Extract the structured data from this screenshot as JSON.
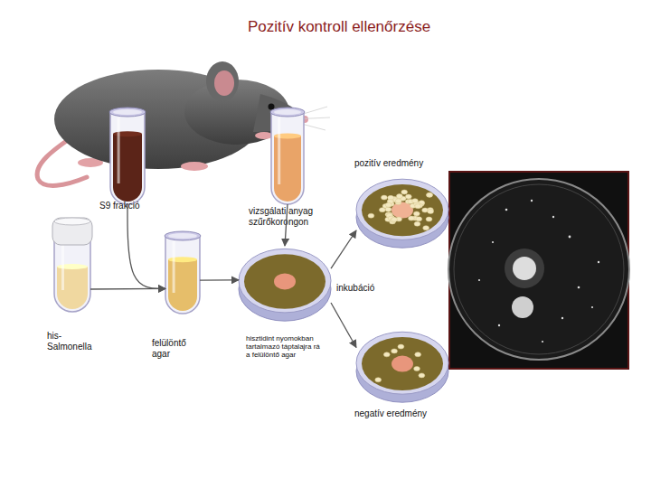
{
  "diagram": {
    "title": "Pozitív kontroll ellenőrzése",
    "nodes": [
      {
        "text": [
          "S9 frakció"
        ]
      },
      {
        "text": [
          "vizsgálati anyag szűrőkorongon"
        ]
      },
      {
        "text": [
          "pozitív eredmény"
        ]
      },
      {
        "text": [
          "hisztidint nyomokban tartalmazó táptalajra rá a felülöntő agar"
        ]
      },
      {
        "text": [
          "his- Salmonella"
        ]
      },
      {
        "text": [
          "felülöntő agar"
        ]
      },
      {
        "text": [
          "negatív eredmény"
        ]
      }
    ],
    "edges": [
      {
        "from": 0,
        "to": 5,
        "arrow": "to"
      },
      {
        "from": 4,
        "to": 5,
        "arrow": "to"
      },
      {
        "from": 5,
        "to": 3,
        "arrow": "to"
      },
      {
        "from": 1,
        "to": 3,
        "arrow": "to"
      },
      {
        "from": 3,
        "to": 2,
        "arrow": "to"
      },
      {
        "from": 3,
        "to": 6,
        "arrow": "to"
      }
    ],
    "labels": [
      "inkubáció"
    ]
  }
}
